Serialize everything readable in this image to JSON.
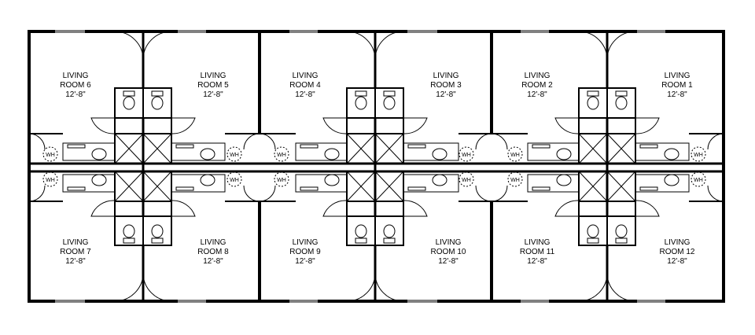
{
  "plan": {
    "rooms": [
      {
        "id": "room-6",
        "name": "LIVING",
        "number": "ROOM 6",
        "size": "12'-8\""
      },
      {
        "id": "room-5",
        "name": "LIVING",
        "number": "ROOM 5",
        "size": "12'-8\""
      },
      {
        "id": "room-4",
        "name": "LIVING",
        "number": "ROOM 4",
        "size": "12'-8\""
      },
      {
        "id": "room-3",
        "name": "LIVING",
        "number": "ROOM 3",
        "size": "12'-8\""
      },
      {
        "id": "room-2",
        "name": "LIVING",
        "number": "ROOM 2",
        "size": "12'-8\""
      },
      {
        "id": "room-1",
        "name": "LIVING",
        "number": "ROOM 1",
        "size": "12'-8\""
      },
      {
        "id": "room-7",
        "name": "LIVING",
        "number": "ROOM 7",
        "size": "12'-8\""
      },
      {
        "id": "room-8",
        "name": "LIVING",
        "number": "ROOM 8",
        "size": "12'-8\""
      },
      {
        "id": "room-9",
        "name": "LIVING",
        "number": "ROOM 9",
        "size": "12'-8\""
      },
      {
        "id": "room-10",
        "name": "LIVING",
        "number": "ROOM 10",
        "size": "12'-8\""
      },
      {
        "id": "room-11",
        "name": "LIVING",
        "number": "ROOM 11",
        "size": "12'-8\""
      },
      {
        "id": "room-12",
        "name": "LIVING",
        "number": "ROOM 12",
        "size": "12'-8\""
      }
    ],
    "water_heater_label": "WH"
  }
}
